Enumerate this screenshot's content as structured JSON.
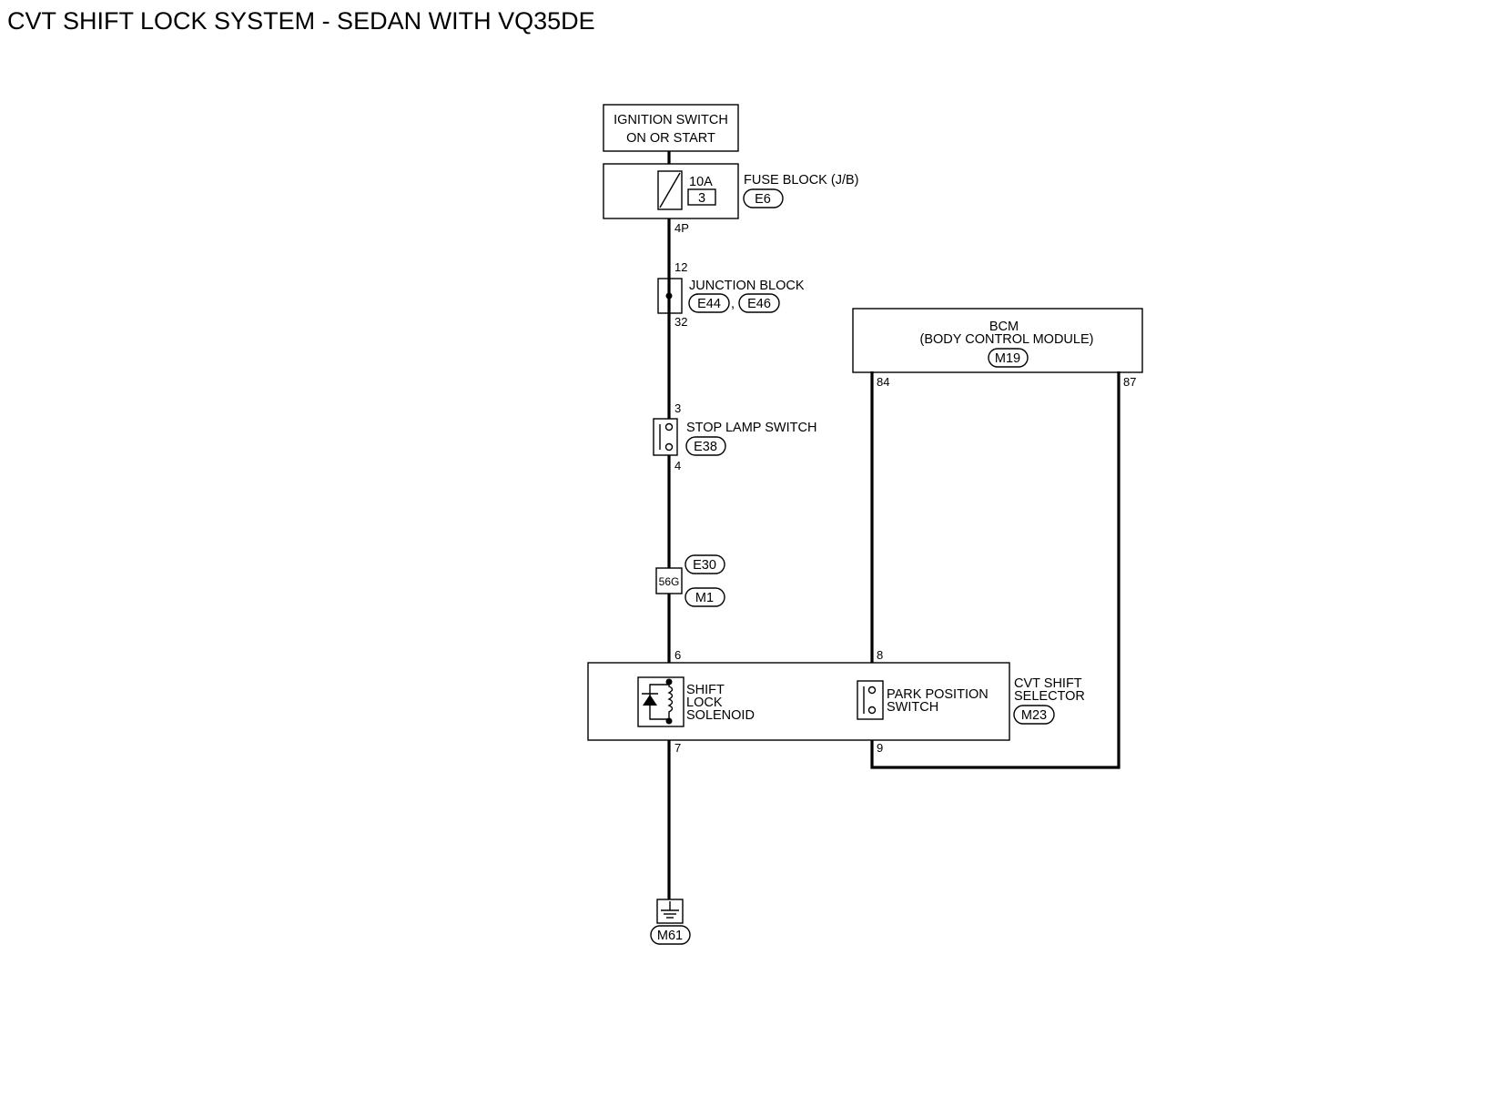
{
  "title": "CVT SHIFT LOCK SYSTEM - SEDAN WITH VQ35DE",
  "ignition_switch": {
    "line1": "IGNITION SWITCH",
    "line2": "ON OR START"
  },
  "fuse_block": {
    "label": "FUSE BLOCK (J/B)",
    "connector": "E6",
    "rating": "10A",
    "fuse_number": "3",
    "terminal": "4P"
  },
  "junction_block": {
    "label": "JUNCTION BLOCK",
    "connector_a": "E44",
    "separator": ",",
    "connector_b": "E46",
    "terminal_in": "12",
    "terminal_out": "32"
  },
  "stop_lamp_switch": {
    "label": "STOP LAMP SWITCH",
    "connector": "E38",
    "terminal_in": "3",
    "terminal_out": "4"
  },
  "inline_connector": {
    "terminal": "56G",
    "connector_upper": "E30",
    "connector_lower": "M1"
  },
  "bcm": {
    "line1": "BCM",
    "line2": "(BODY CONTROL MODULE)",
    "connector": "M19",
    "terminal_left": "84",
    "terminal_right": "87"
  },
  "cvt_shift_selector": {
    "line1": "CVT SHIFT",
    "line2": "SELECTOR",
    "connector": "M23",
    "shift_lock_solenoid": {
      "line1": "SHIFT",
      "line2": "LOCK",
      "line3": "SOLENOID",
      "terminal_in": "6",
      "terminal_out": "7"
    },
    "park_position_switch": {
      "line1": "PARK POSITION",
      "line2": "SWITCH",
      "terminal_in": "8",
      "terminal_out": "9"
    }
  },
  "ground": {
    "connector": "M61"
  }
}
